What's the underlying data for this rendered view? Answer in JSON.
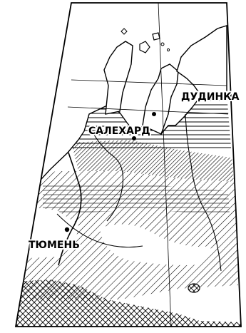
{
  "map": {
    "colors": {
      "ink": "#000000",
      "paper": "#ffffff"
    },
    "cities": {
      "dudinka": "ДУДИНКА",
      "salekhard": "САЛЕХАРД",
      "tyumen": "ТЮМЕНЬ"
    }
  }
}
